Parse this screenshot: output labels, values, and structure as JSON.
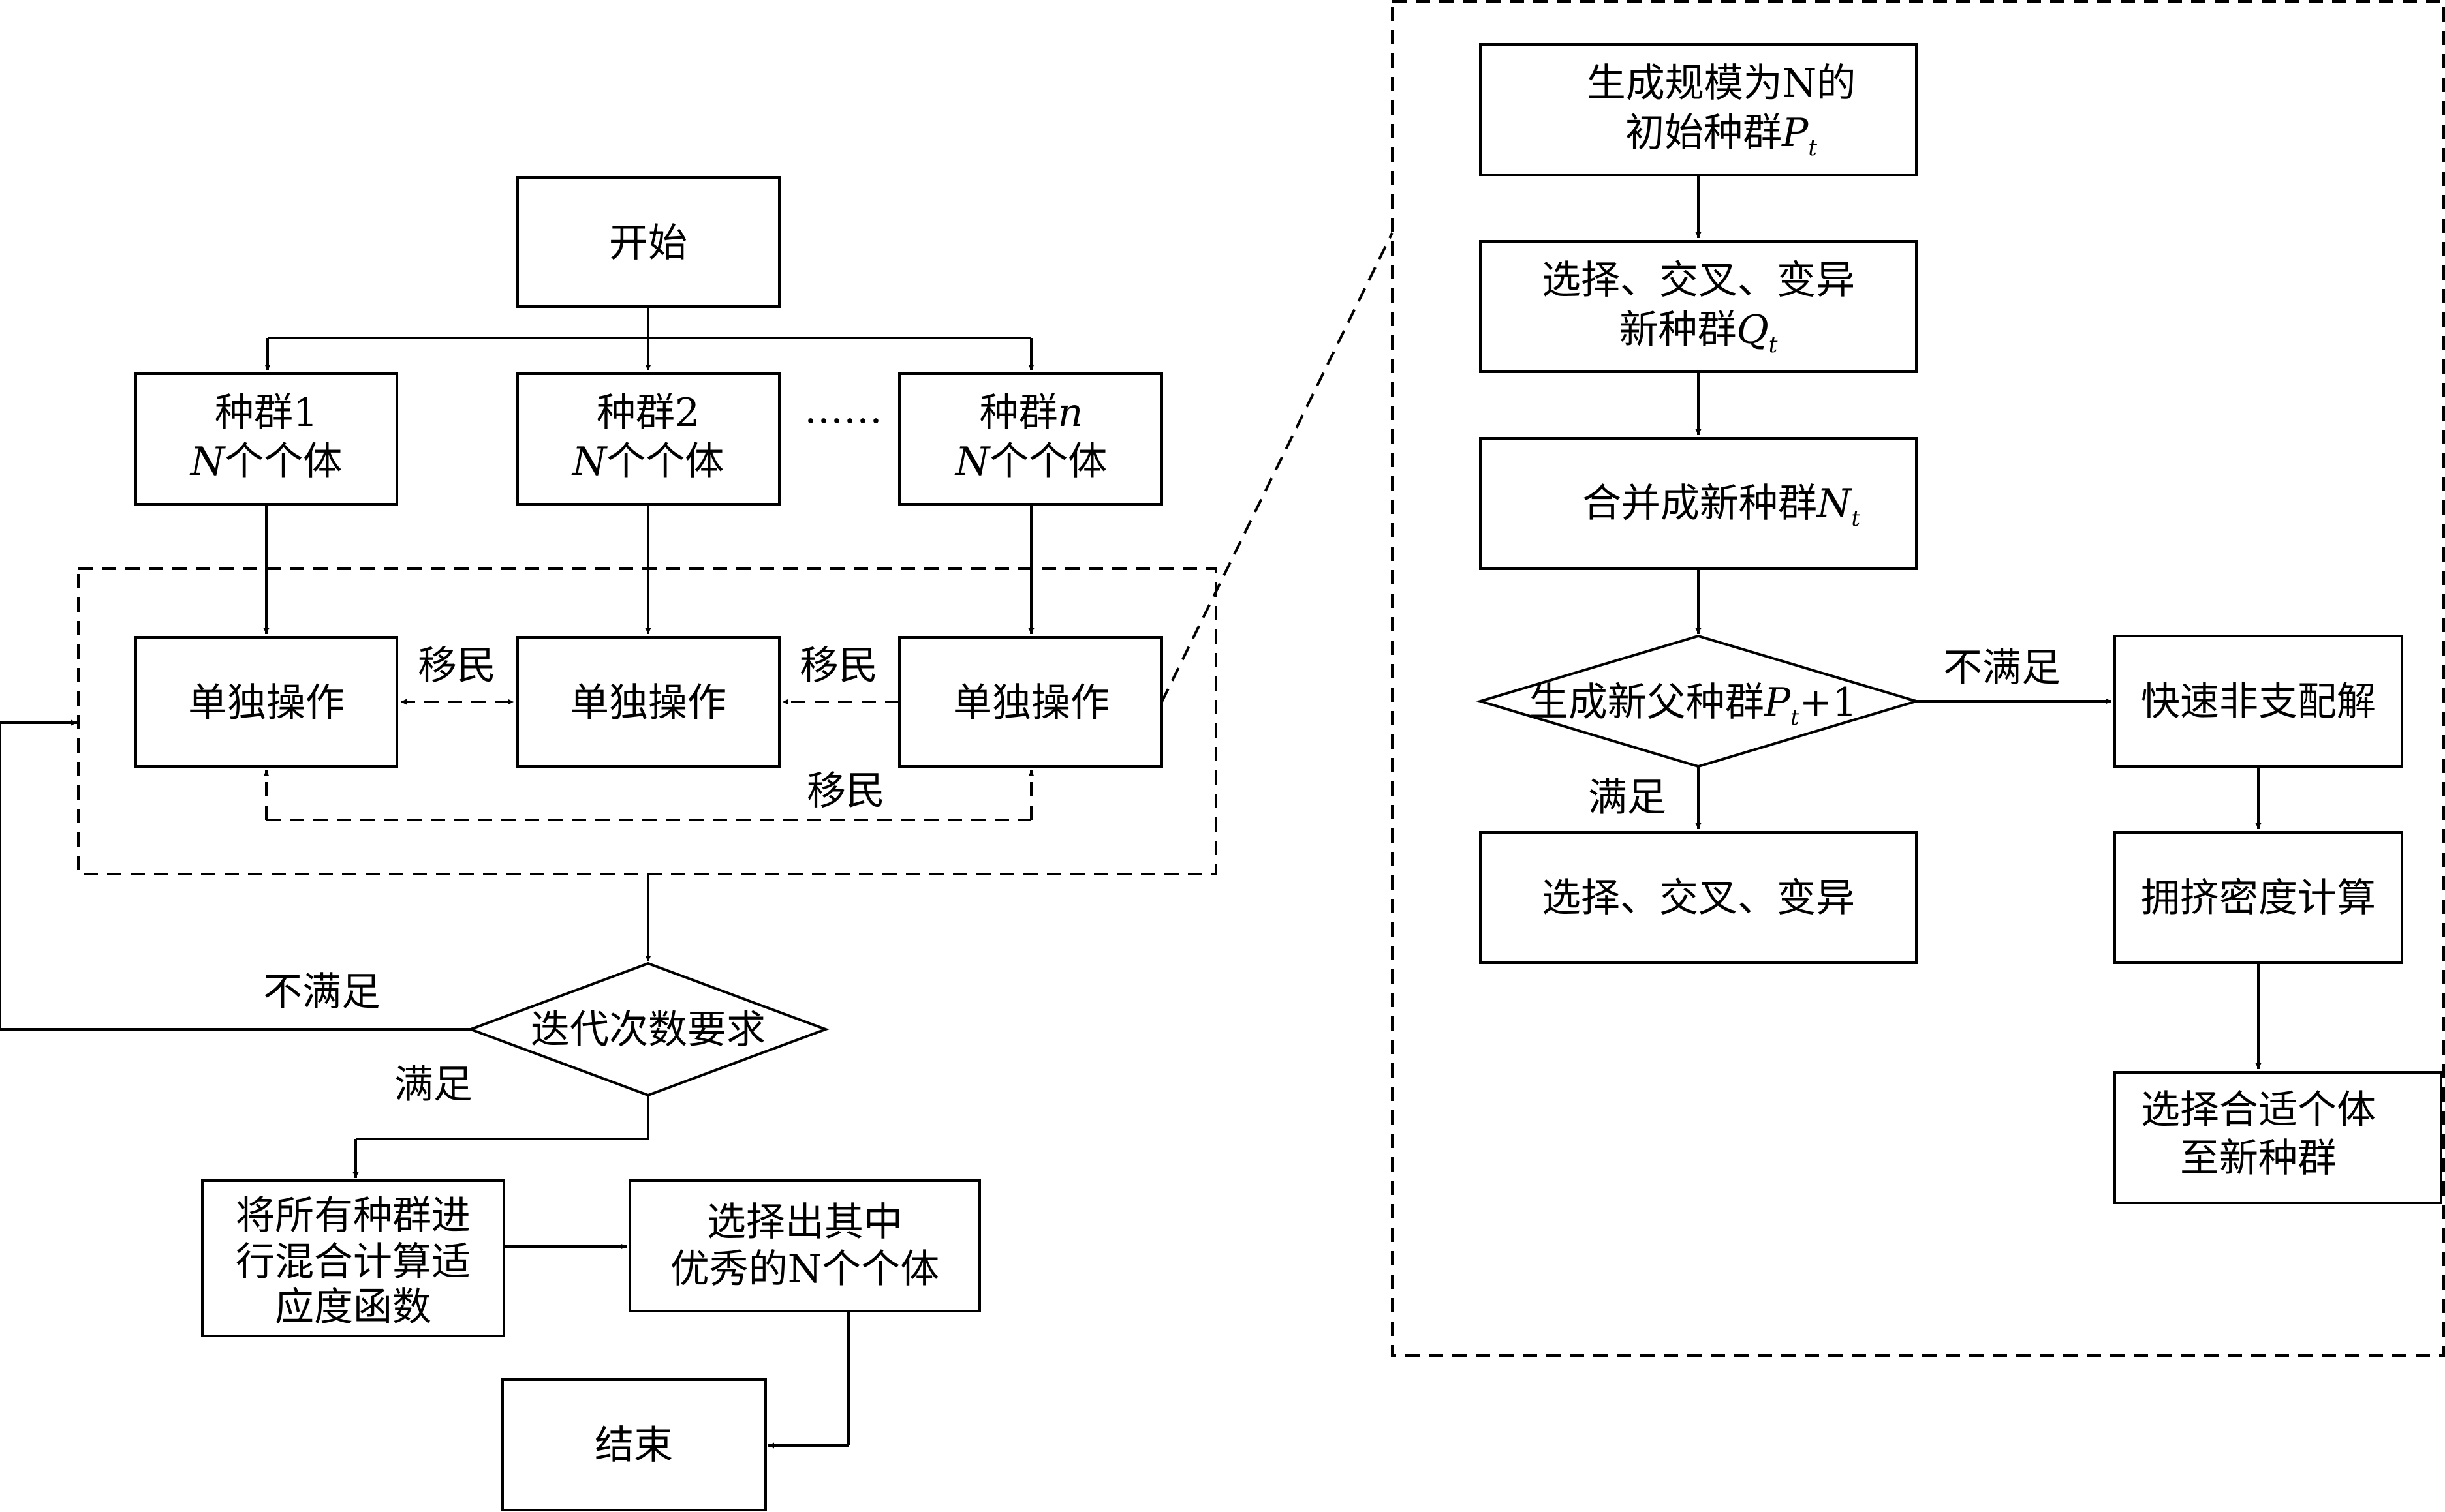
{
  "left": {
    "start": "开始",
    "populations": [
      {
        "name": "种群1",
        "count": "个个体"
      },
      {
        "name": "种群2",
        "count": "个个体"
      },
      {
        "name": "种群",
        "suffix": "n",
        "count": "个个体"
      }
    ],
    "count_var": "N",
    "ellipsis": "……",
    "op_label": "单独操作",
    "migration": "移民",
    "decision": "迭代次数要求",
    "not_satisfied": "不满足",
    "satisfied": "满足",
    "merge_lines": [
      "将所有种群进",
      "行混合计算适",
      "应度函数"
    ],
    "select_lines": [
      "选择出其中",
      "优秀的N个个体"
    ],
    "end": "结束"
  },
  "right": {
    "init_line1": "生成规模为N的",
    "init_line2": "初始种群",
    "init_var": "P",
    "init_sub": "t",
    "sel_line1": "选择、交叉、变异",
    "sel_line2": "新种群",
    "sel_var": "Q",
    "sel_sub": "t",
    "merge_text": "合并成新种群",
    "merge_var": "N",
    "merge_sub": "t",
    "decision_text": "生成新父种群",
    "decision_var": "P",
    "decision_sub": "t",
    "decision_tail": "+1",
    "not_satisfied": "不满足",
    "satisfied": "满足",
    "final_select": "选择、交叉、变异",
    "fast_sort": "快速非支配解",
    "crowding": "拥挤密度计算",
    "choose_lines": [
      "选择合适个体",
      "至新种群"
    ]
  }
}
